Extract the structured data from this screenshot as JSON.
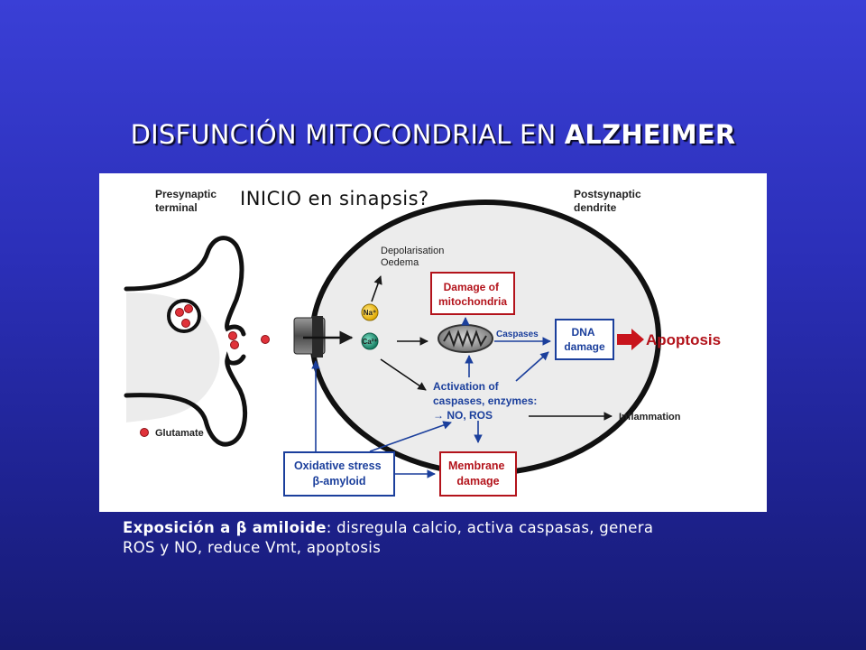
{
  "title": {
    "part1": "DISFUNCIÓN MITOCONDRIAL  EN ",
    "part2": "ALZHEIMER"
  },
  "figure": {
    "inicio_label": "INICIO en sinapsis?",
    "presynaptic": [
      "Presynaptic",
      "terminal"
    ],
    "postsynaptic": [
      "Postsynaptic",
      "dendrite"
    ],
    "depolarisation": [
      "Depolarisation",
      "Oedema"
    ],
    "damage_mito": [
      "Damage of",
      "mitochondria"
    ],
    "na_label": "Na⁺",
    "ca_label": "Ca²⁺",
    "caspases": "Caspases",
    "dna_damage": [
      "DNA",
      "damage"
    ],
    "apoptosis": "Apoptosis",
    "activation": [
      "Activation of",
      "caspases, enzymes:",
      "→ NO, ROS"
    ],
    "inflammation": "Inflammation",
    "glutamate": "Glutamate",
    "oxidative": [
      "Oxidative stress",
      "β-amyloid"
    ],
    "membrane": [
      "Membrane",
      "damage"
    ]
  },
  "caption": {
    "bold_part": "Exposición a β amiloide",
    "rest_line1": ": disregula calcio, activa caspasas, genera",
    "line2": "ROS y NO, reduce Vmt, apoptosis"
  },
  "colors": {
    "background_top": "#3a3fd6",
    "background_bottom": "#161a72",
    "box_blue": "#1b3f9c",
    "box_red": "#b3131b",
    "arrow_red": "#c8141c",
    "na_yellow": "#f2c21b",
    "ca_teal": "#1f9a7c"
  }
}
